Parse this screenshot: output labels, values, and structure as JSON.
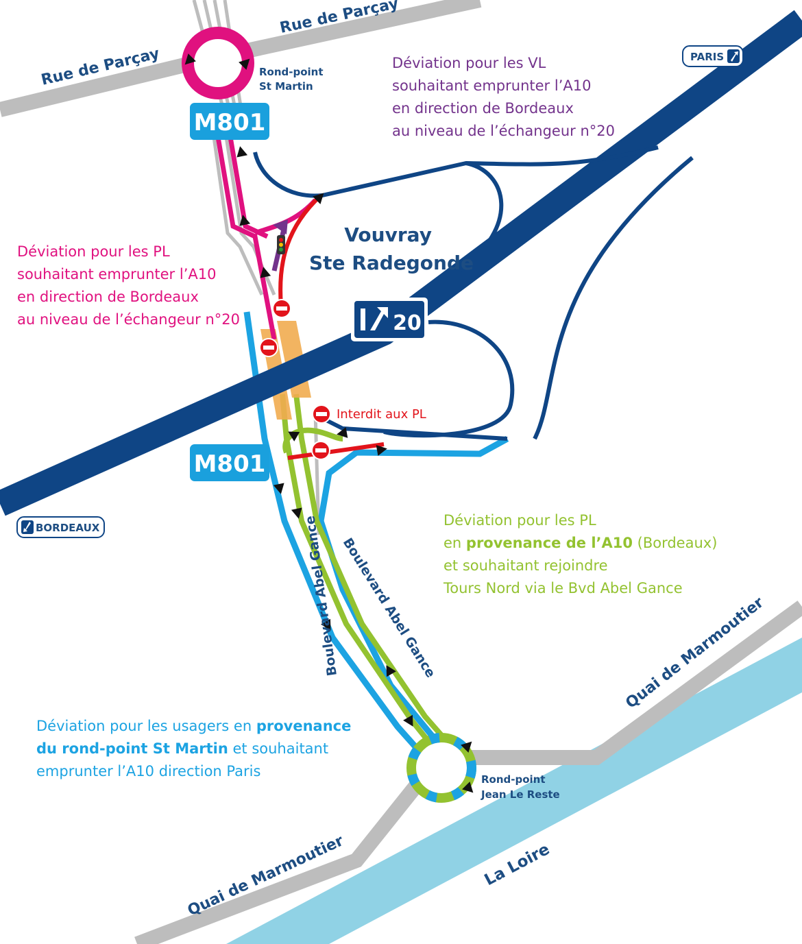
{
  "colors": {
    "road_gray": "#bdbdbd",
    "highway_navy": "#0f4585",
    "river_blue": "#90d2e5",
    "pink": "#e0117f",
    "purple": "#73338c",
    "red": "#e2141b",
    "green": "#93c230",
    "light_blue": "#1ca3e2",
    "orange": "#f1ac50",
    "label_blue": "#1d4d82",
    "m801_bg": "#1aa0dd"
  },
  "roads": {
    "rue_parcay_left": "Rue de Parçay",
    "rue_parcay_right": "Rue de Parçay",
    "quai_marmoutier_left": "Quai de Marmoutier",
    "quai_marmoutier_right": "Quai de Marmoutier",
    "bd_abel_gance_left": "Boulevard Abel Gance",
    "bd_abel_gance_right": "Boulevard Abel Gance",
    "la_loire": "La Loire"
  },
  "places": {
    "rond_point_st_martin": [
      "Rond-point",
      "St Martin"
    ],
    "rond_point_jean_le_reste": [
      "Rond-point",
      "Jean Le Reste"
    ],
    "vouvray": [
      "Vouvray",
      "Ste Radegonde"
    ]
  },
  "signs": {
    "m801_top": "M801",
    "m801_bottom": "M801",
    "exit_number": "20",
    "paris": "PARIS",
    "bordeaux": "BORDEAUX",
    "forbidden_pl": "Interdit aux PL"
  },
  "notes": {
    "vl": [
      "Déviation pour les VL",
      "souhaitant emprunter l’A10",
      "en direction de Bordeaux",
      "au niveau de l’échangeur n°20"
    ],
    "pl_bordeaux": [
      "Déviation pour les PL",
      "souhaitant emprunter l’A10",
      "en direction de Bordeaux",
      "au niveau de l’échangeur n°20"
    ],
    "pl_provenance": {
      "line1": "Déviation pour les PL",
      "line2_prefix": "en ",
      "line2_bold": "provenance de l’A10",
      "line2_suffix": " (Bordeaux)",
      "line3": "et souhaitant rejoindre",
      "line4": "Tours Nord via le Bvd Abel Gance"
    },
    "usagers": {
      "line1_prefix": "Déviation pour les usagers en  ",
      "line1_bold": "provenance",
      "line2_bold": "du rond-point St Martin",
      "line2_suffix": " et souhaitant",
      "line3": "emprunter l’A10 direction Paris"
    }
  }
}
